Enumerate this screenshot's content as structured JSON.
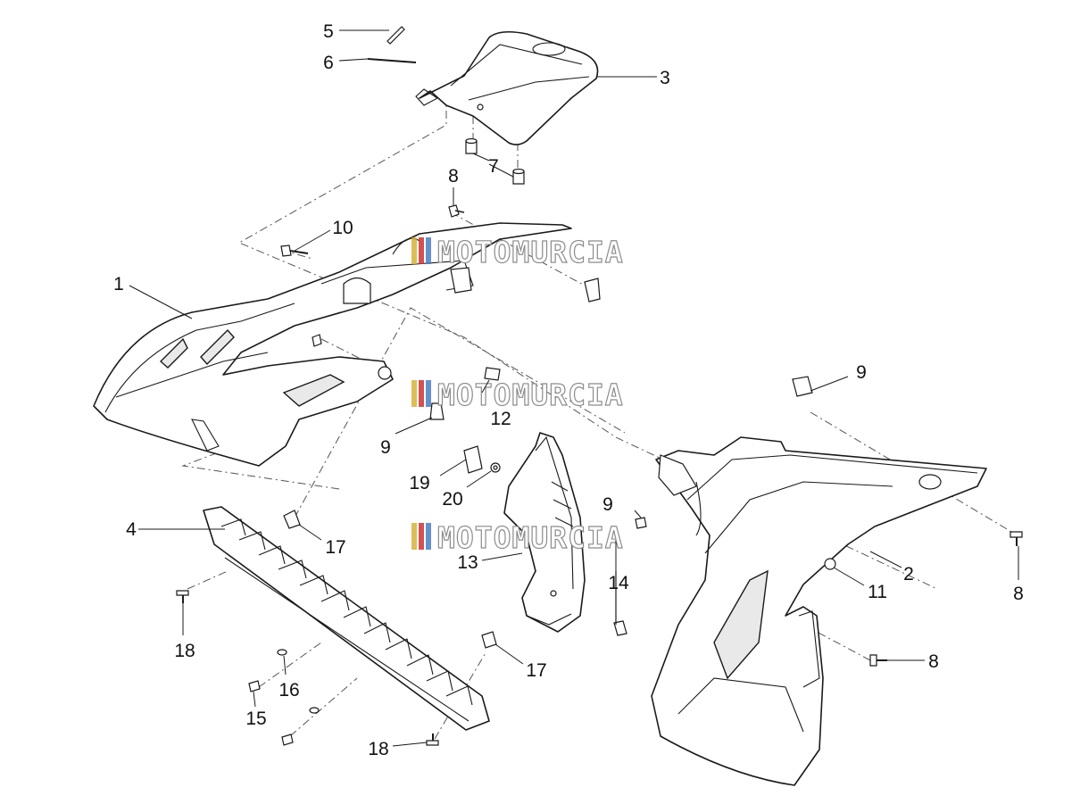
{
  "watermark": {
    "text": "MOTOMURCIA",
    "stripe_colors": [
      "#d7b13a",
      "#cc3333",
      "#4b7fc2",
      "#cccccc"
    ]
  },
  "callouts": [
    {
      "id": "c1",
      "label": "1"
    },
    {
      "id": "c2",
      "label": "2"
    },
    {
      "id": "c3",
      "label": "3"
    },
    {
      "id": "c4",
      "label": "4"
    },
    {
      "id": "c5",
      "label": "5"
    },
    {
      "id": "c6",
      "label": "6"
    },
    {
      "id": "c7",
      "label": "7"
    },
    {
      "id": "c8a",
      "label": "8"
    },
    {
      "id": "c8b",
      "label": "8"
    },
    {
      "id": "c8c",
      "label": "8"
    },
    {
      "id": "c9a",
      "label": "9"
    },
    {
      "id": "c9b",
      "label": "9"
    },
    {
      "id": "c9c",
      "label": "9"
    },
    {
      "id": "c10",
      "label": "10"
    },
    {
      "id": "c11",
      "label": "11"
    },
    {
      "id": "c12",
      "label": "12"
    },
    {
      "id": "c13",
      "label": "13"
    },
    {
      "id": "c14",
      "label": "14"
    },
    {
      "id": "c15",
      "label": "15"
    },
    {
      "id": "c16",
      "label": "16"
    },
    {
      "id": "c17a",
      "label": "17"
    },
    {
      "id": "c17b",
      "label": "17"
    },
    {
      "id": "c18a",
      "label": "18"
    },
    {
      "id": "c18b",
      "label": "18"
    },
    {
      "id": "c19",
      "label": "19"
    },
    {
      "id": "c20",
      "label": "20"
    }
  ]
}
